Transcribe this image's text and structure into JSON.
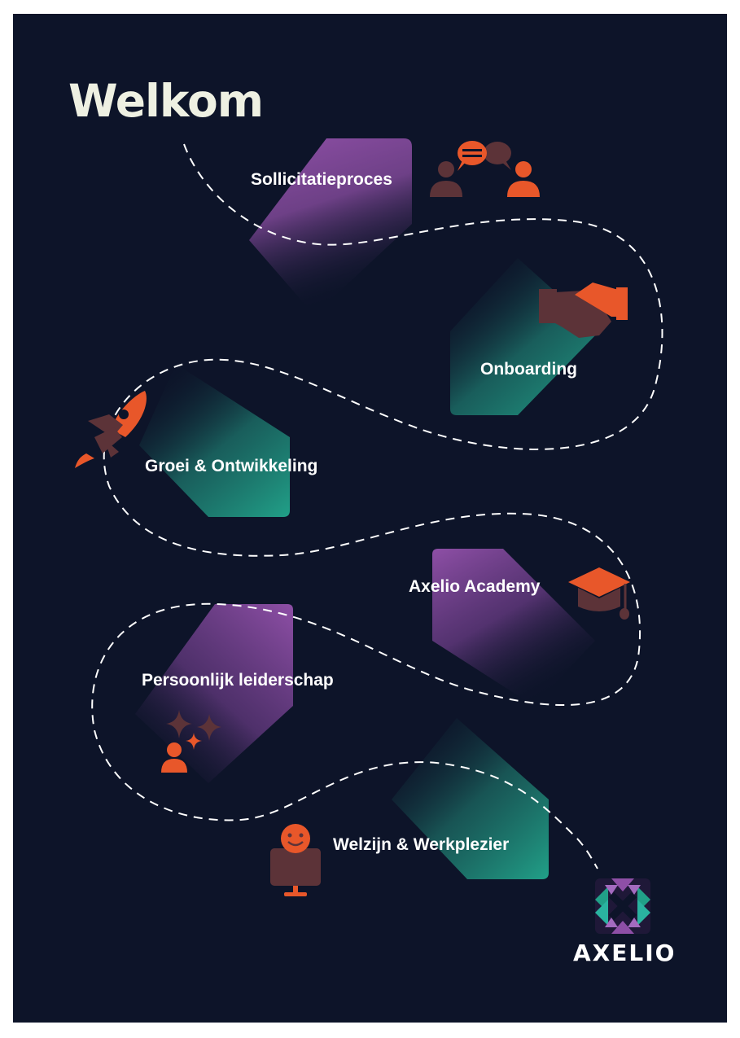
{
  "title": "Welkom",
  "steps": [
    {
      "label": "Sollicitatieproces",
      "icon": "conversation-icon",
      "color": "#8e4fa6"
    },
    {
      "label": "Onboarding",
      "icon": "handshake-icon",
      "color": "#21a088"
    },
    {
      "label": "Groei & Ontwikkeling",
      "icon": "rocket-icon",
      "color": "#21a088"
    },
    {
      "label": "Axelio Academy",
      "icon": "graduation-cap-icon",
      "color": "#8e4fa6"
    },
    {
      "label": "Persoonlijk leiderschap",
      "icon": "sparkle-person-icon",
      "color": "#8e4fa6"
    },
    {
      "label": "Welzijn & Werkplezier",
      "icon": "smiley-monitor-icon",
      "color": "#21a088"
    }
  ],
  "logo": {
    "text": "AXELIO",
    "icon": "axelio-logo-icon"
  },
  "colors": {
    "background": "#0d1429",
    "purple": "#8e4fa6",
    "teal": "#21a088",
    "orange": "#e8572a",
    "brown": "#5c3338",
    "title": "#eef0e2"
  }
}
